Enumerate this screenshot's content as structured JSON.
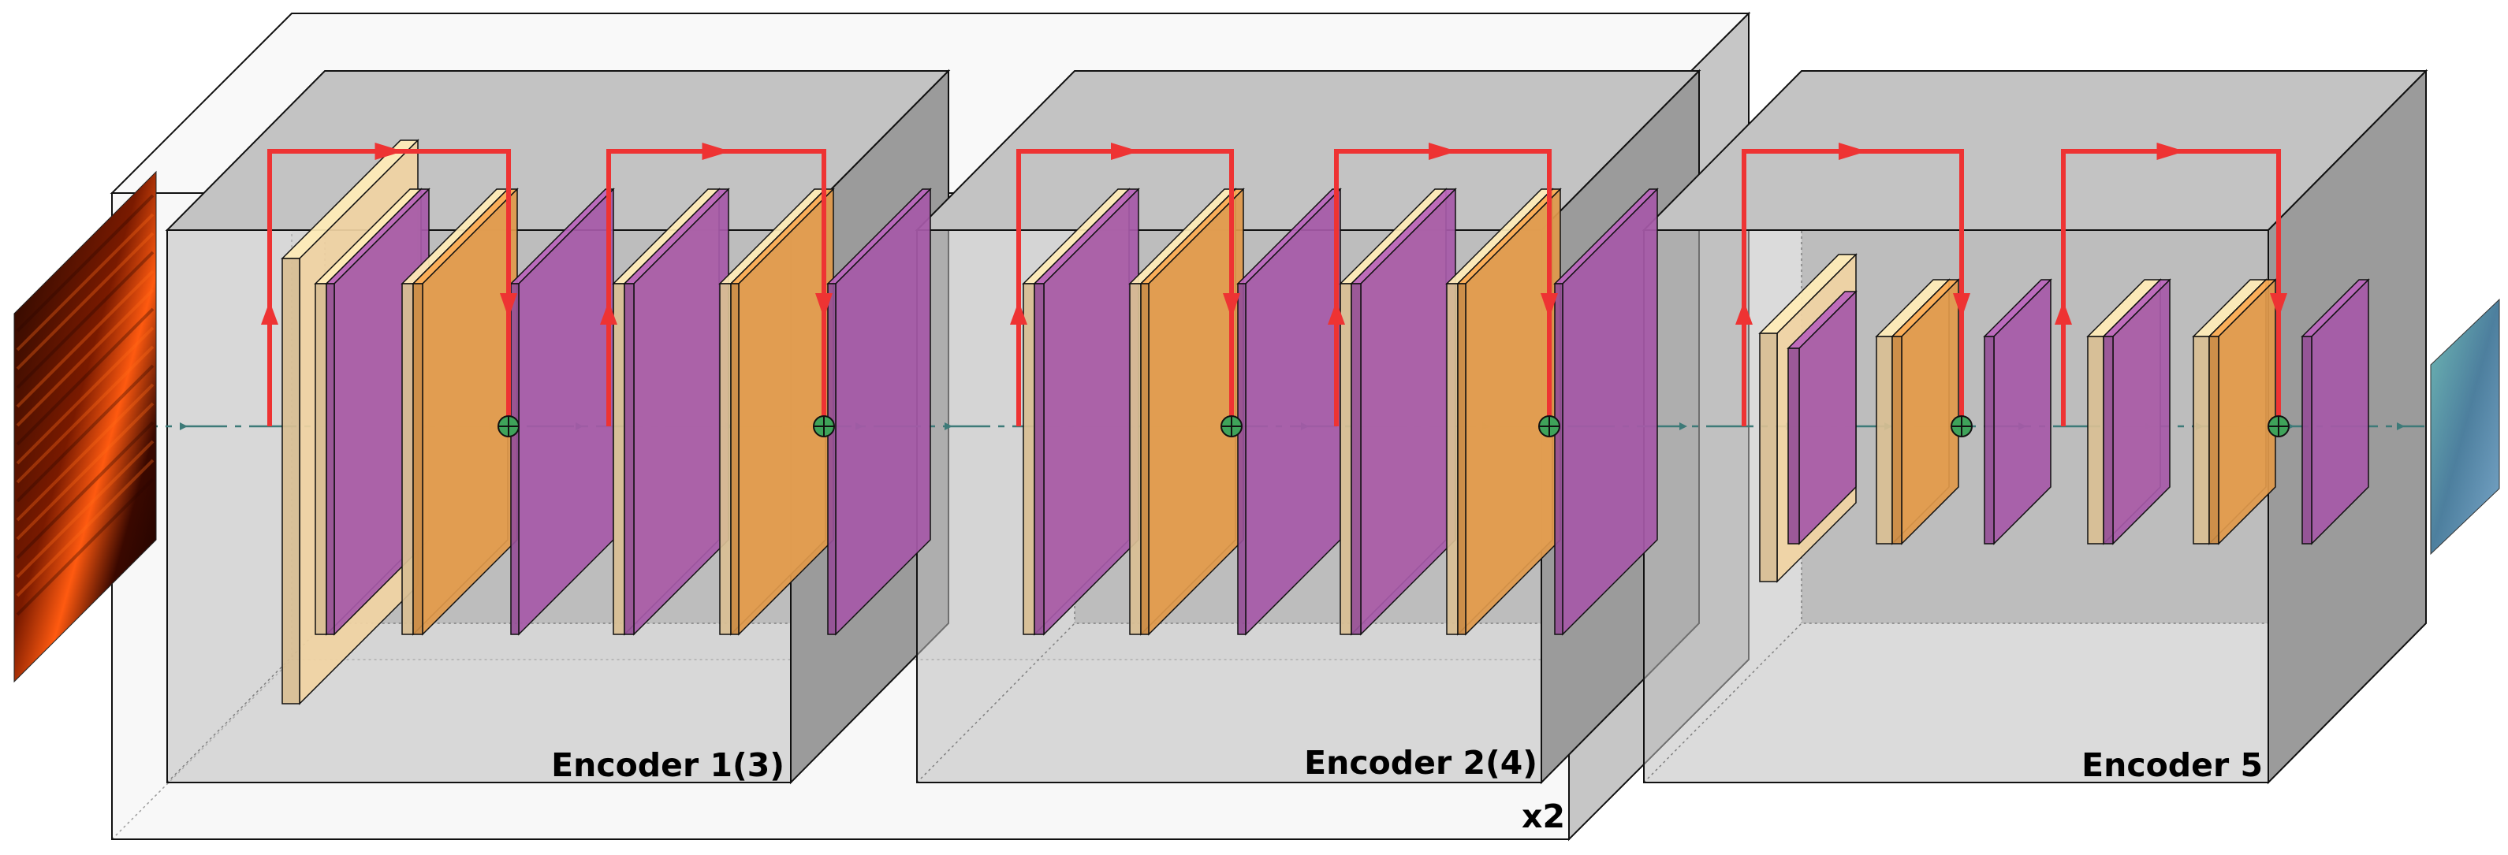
{
  "labels": {
    "encoder_1": "Encoder 1(3)",
    "encoder_2": "Encoder 2(4)",
    "encoder_5": "Encoder 5",
    "repeat": "x2"
  },
  "colors": {
    "outer_box": "#f2f2f2",
    "encoder_box": "#bdbdbd",
    "conv_light": "#f0d3a3",
    "conv_orange": "#e0994a",
    "activation": "#a659a8",
    "skip_arrow": "#ee3333",
    "flow_line": "#3d7a78",
    "add_node": "#3fa35a"
  },
  "icons": {
    "add_node": "circled-plus-icon",
    "input_image": "heatmap-input-image",
    "output_image": "feature-map-output-image"
  }
}
